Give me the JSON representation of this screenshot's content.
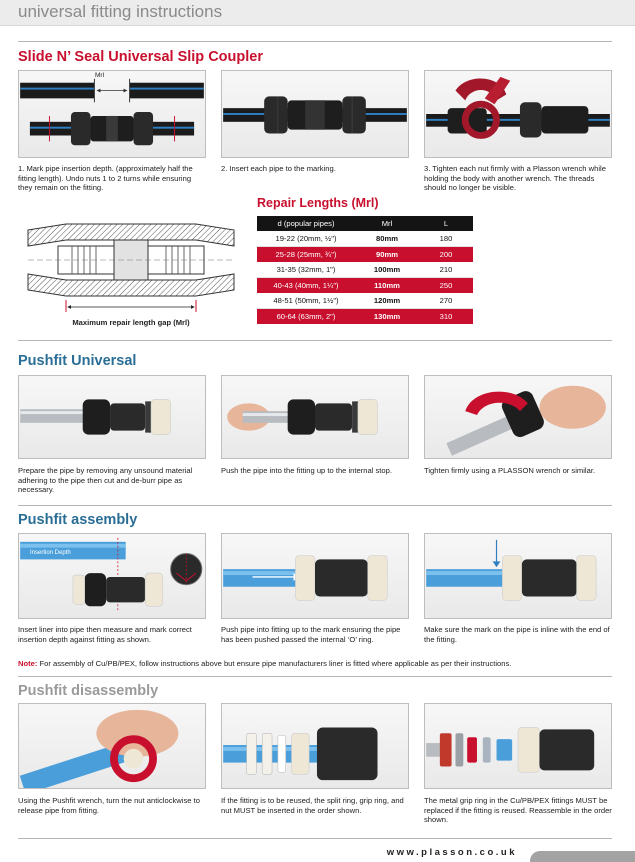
{
  "header": {
    "title": "universal fitting instructions"
  },
  "slide_seal": {
    "title": "Slide N’ Seal Universal Slip Coupler",
    "mrl_tag": "Mrl",
    "steps": [
      {
        "caption": "1. Mark pipe insertion depth. (approximately half the fitting length). Undo nuts 1 to 2 turns while ensuring they remain on the fitting."
      },
      {
        "caption": "2. Insert each pipe to the marking."
      },
      {
        "caption": "3. Tighten each nut firmly with a Plasson wrench while holding the body with another wrench. The threads should no longer be visible."
      }
    ],
    "diagram_label": "Maximum repair length gap (Mrl)"
  },
  "repair_lengths": {
    "title": "Repair Lengths (Mrl)",
    "columns": [
      "d (popular pipes)",
      "Mrl",
      "L"
    ],
    "rows": [
      {
        "d": "19-22 (20mm, ½\")",
        "mrl": "80mm",
        "l": "180"
      },
      {
        "d": "25-28 (25mm, ¾\")",
        "mrl": "90mm",
        "l": "200"
      },
      {
        "d": "31-35 (32mm, 1\")",
        "mrl": "100mm",
        "l": "210"
      },
      {
        "d": "40-43 (40mm, 1¼\")",
        "mrl": "110mm",
        "l": "250"
      },
      {
        "d": "48-51 (50mm, 1½\")",
        "mrl": "120mm",
        "l": "270"
      },
      {
        "d": "60-64 (63mm, 2\")",
        "mrl": "130mm",
        "l": "310"
      }
    ]
  },
  "pushfit_universal": {
    "title": "Pushfit Universal",
    "steps": [
      {
        "caption": "Prepare the pipe by removing any unsound material adhering to the pipe then cut and de-burr pipe as necessary."
      },
      {
        "caption": "Push the pipe into the fitting up to the internal stop."
      },
      {
        "caption": "Tighten firmly using a PLASSON wrench or similar."
      }
    ]
  },
  "pushfit_assembly": {
    "title": "Pushfit assembly",
    "insertion_label": "Insertion Depth",
    "steps": [
      {
        "caption": "Insert liner into pipe then measure and mark correct insertion depth against fitting as shown."
      },
      {
        "caption": "Push pipe into fitting up to the mark ensuring the pipe has been pushed passed the internal ‘O’ ring."
      },
      {
        "caption": "Make sure the mark on the pipe is inline with the end of the fitting."
      }
    ],
    "note_label": "Note:",
    "note_text": " For assembly of Cu/PB/PEX, follow instructions above but ensure pipe manufacturers liner is fitted where applicable as per their instructions."
  },
  "pushfit_disassembly": {
    "title": "Pushfit disassembly",
    "steps": [
      {
        "caption": "Using the Pushfit wrench, turn the nut anticlockwise to release pipe from fitting."
      },
      {
        "caption": "If the fitting is to be reused, the split ring, grip ring, and nut MUST be inserted in the order shown."
      },
      {
        "caption": "The metal grip ring in the Cu/PB/PEX fittings MUST be replaced if the fitting is reused. Reassemble in the order shown."
      }
    ]
  },
  "footer": {
    "url": "www.plasson.co.uk"
  },
  "colors": {
    "brand_red": "#c8102e",
    "heading_blue": "#2a6e96",
    "heading_grey": "#9a9a9a",
    "pipe_blue": "#4a9fdb"
  },
  "icons": [
    "pipe-marking-icon",
    "wrench-icon",
    "arrow-icon",
    "magnifier-icon"
  ]
}
